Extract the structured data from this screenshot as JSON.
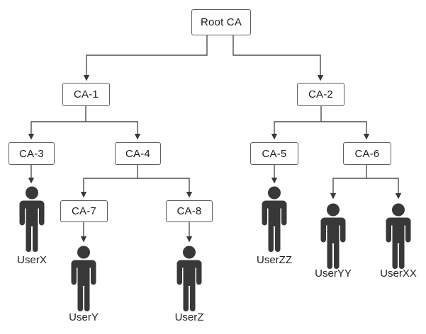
{
  "diagram": {
    "type": "tree",
    "description": "Certificate Authority hierarchy",
    "nodes": {
      "root": "Root CA",
      "ca1": "CA-1",
      "ca2": "CA-2",
      "ca3": "CA-3",
      "ca4": "CA-4",
      "ca5": "CA-5",
      "ca6": "CA-6",
      "ca7": "CA-7",
      "ca8": "CA-8"
    },
    "users": {
      "userx": "UserX",
      "usery": "UserY",
      "userz": "UserZ",
      "userzz": "UserZZ",
      "useryy": "UserYY",
      "userxx": "UserXX"
    },
    "edges": [
      {
        "from": "Root CA",
        "to": "CA-1"
      },
      {
        "from": "Root CA",
        "to": "CA-2"
      },
      {
        "from": "CA-1",
        "to": "CA-3"
      },
      {
        "from": "CA-1",
        "to": "CA-4"
      },
      {
        "from": "CA-2",
        "to": "CA-5"
      },
      {
        "from": "CA-2",
        "to": "CA-6"
      },
      {
        "from": "CA-3",
        "to": "UserX"
      },
      {
        "from": "CA-4",
        "to": "CA-7"
      },
      {
        "from": "CA-4",
        "to": "CA-8"
      },
      {
        "from": "CA-5",
        "to": "UserZZ"
      },
      {
        "from": "CA-6",
        "to": "UserYY"
      },
      {
        "from": "CA-6",
        "to": "UserXX"
      },
      {
        "from": "CA-7",
        "to": "UserY"
      },
      {
        "from": "CA-8",
        "to": "UserZ"
      }
    ],
    "colors": {
      "line": "#4f4f4f",
      "box_border": "#5e5e5e",
      "box_fill": "#ffffff",
      "figure": "#383838",
      "text": "#1c1c1c",
      "background": "#ffffff"
    }
  }
}
